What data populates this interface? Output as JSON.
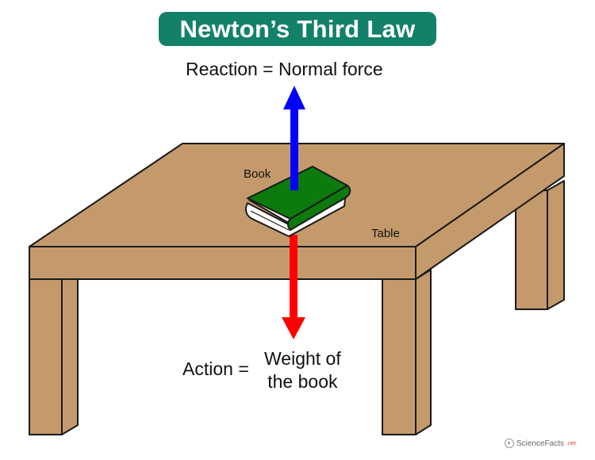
{
  "title": "Newton’s Third Law",
  "labels": {
    "reaction": "Reaction = Normal force",
    "book": "Book",
    "table": "Table",
    "action": "Action =",
    "weight_line1": "Weight of",
    "weight_line2": "the book"
  },
  "brand": {
    "name": "ScienceFacts",
    "tld": ".net",
    "icon": "atom-icon"
  },
  "colors": {
    "title_bg": "#13806a",
    "table_fill": "#c49a6c",
    "outline": "#1a1a1a",
    "book_cover": "#0c7a0c",
    "book_pages": "#ffffff",
    "reaction_arrow": "#0000ff",
    "action_arrow": "#ff0000"
  }
}
